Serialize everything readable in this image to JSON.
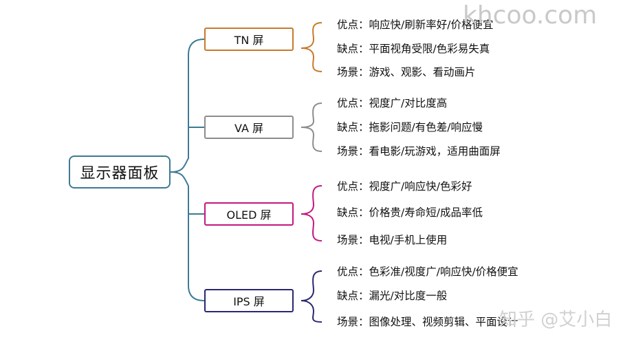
{
  "root": {
    "label": "显示器面板"
  },
  "categories": [
    {
      "label": "TN 屏",
      "color": "#c8792a",
      "items": [
        "优点：响应快/刷新率好/价格便宜",
        "缺点：平面视角受限/色彩易失真",
        "场景：游戏、观影、看动画片"
      ]
    },
    {
      "label": "VA 屏",
      "color": "#8c8c8c",
      "items": [
        "优点：视度广/对比度高",
        "缺点：拖影问题/有色差/响应慢",
        "场景：看电影/玩游戏，适用曲面屏"
      ]
    },
    {
      "label": "OLED 屏",
      "color": "#c2187f",
      "items": [
        "优点：视度广/响应快/色彩好",
        "缺点：价格贵/寿命短/成品率低",
        "场景：电视/手机上使用"
      ]
    },
    {
      "label": "IPS 屏",
      "color": "#2b2670",
      "items": [
        "优点：色彩准/视度广/响应快/价格便宜",
        "缺点：漏光/对比度一般",
        "场景：图像处理、视频剪辑、平面设计"
      ]
    }
  ],
  "watermarks": {
    "top": "khcoo.com",
    "bottom": "知乎 @艾小白"
  },
  "connector_color": "#3d7a94"
}
